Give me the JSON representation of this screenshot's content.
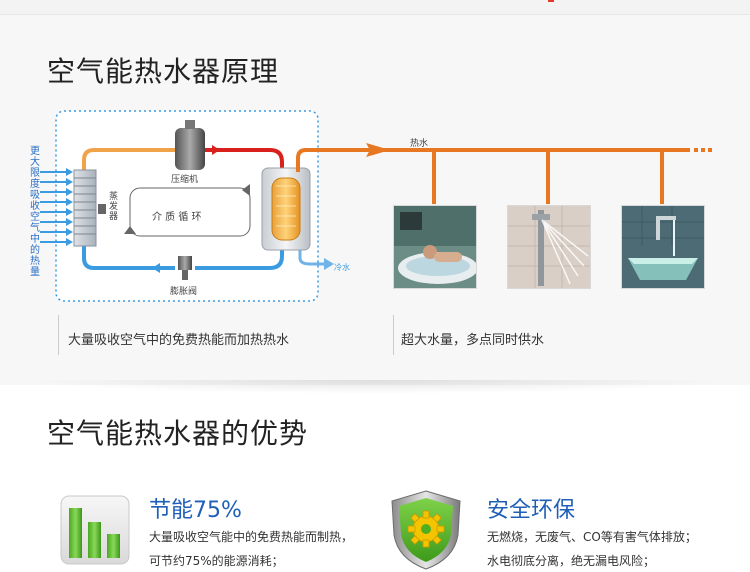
{
  "section1": {
    "title": "空气能热水器原理",
    "side_text": "更大限度吸收空气中的热量",
    "labels": {
      "compressor": "压缩机",
      "evaporator": "蒸发器",
      "medium_cycle": "介 质 循 环",
      "expansion_valve": "膨胀阀",
      "hot_water": "热水",
      "cold_water": "冷水"
    },
    "caption_left": "大量吸收空气中的免费热能而加热热水",
    "caption_right": "超大水量，多点同时供水"
  },
  "section2": {
    "title": "空气能热水器的优势",
    "items": [
      {
        "title": "节能75%",
        "lines": [
          "大量吸收空气能中的免费热能而制热，",
          "可节约75%的能源消耗；"
        ],
        "icon": "bar-chart-icon"
      },
      {
        "title": "安全环保",
        "lines": [
          "无燃烧，无废气、CO等有害气体排放；",
          "水电彻底分离，绝无漏电风险；"
        ],
        "icon": "shield-gear-icon"
      }
    ]
  },
  "colors": {
    "hot_pipe": "#e87722",
    "red_pipe": "#d8201c",
    "cold_pipe": "#3a9be0",
    "accent_blue": "#1f5fb8",
    "icon_green": "#5cb830"
  }
}
